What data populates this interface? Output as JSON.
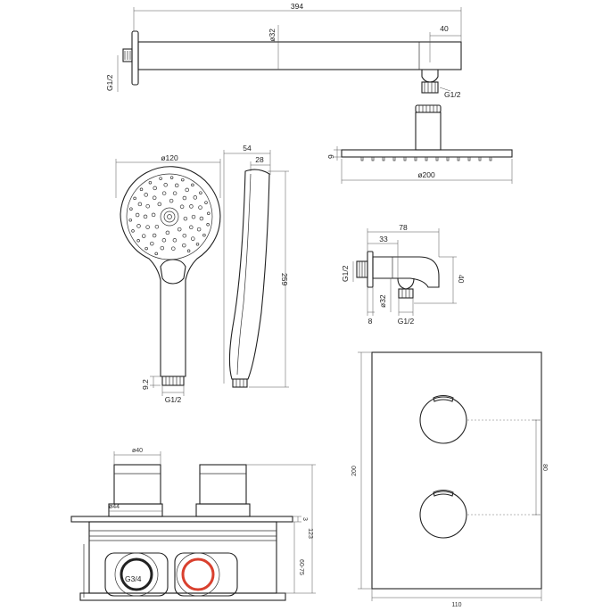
{
  "dimensions": {
    "arm_length": "394",
    "arm_diameter": "ø32",
    "arm_end": "40",
    "arm_wall_thread": "G1/2",
    "arm_head_thread": "G1/2",
    "handshower_diameter": "ø120",
    "handshower_width": "54",
    "handshower_thickness": "28",
    "handshower_length": "259",
    "handshower_hose_thread": "G1/2",
    "handshower_connector": "9.2",
    "head_thickness": "9",
    "head_diameter": "ø200",
    "elbow_depth": "78",
    "elbow_offset": "33",
    "elbow_wall_thread": "G1/2",
    "elbow_height": "40",
    "elbow_diameter": "ø32",
    "elbow_flange": "8",
    "elbow_hose_thread": "G1/2",
    "plate_height": "200",
    "plate_width": "110",
    "handle_spacing": "80",
    "box_handle_diameter": "ø40",
    "box_spindle_diameter": "ø44",
    "box_inlet_thread": "G3/4",
    "box_depth": "123",
    "box_flange": "3",
    "box_install_depth": "60-75"
  },
  "colors": {
    "line": "#222222",
    "hot_inlet": "#d9402e",
    "cold_inlet": "#222222"
  }
}
